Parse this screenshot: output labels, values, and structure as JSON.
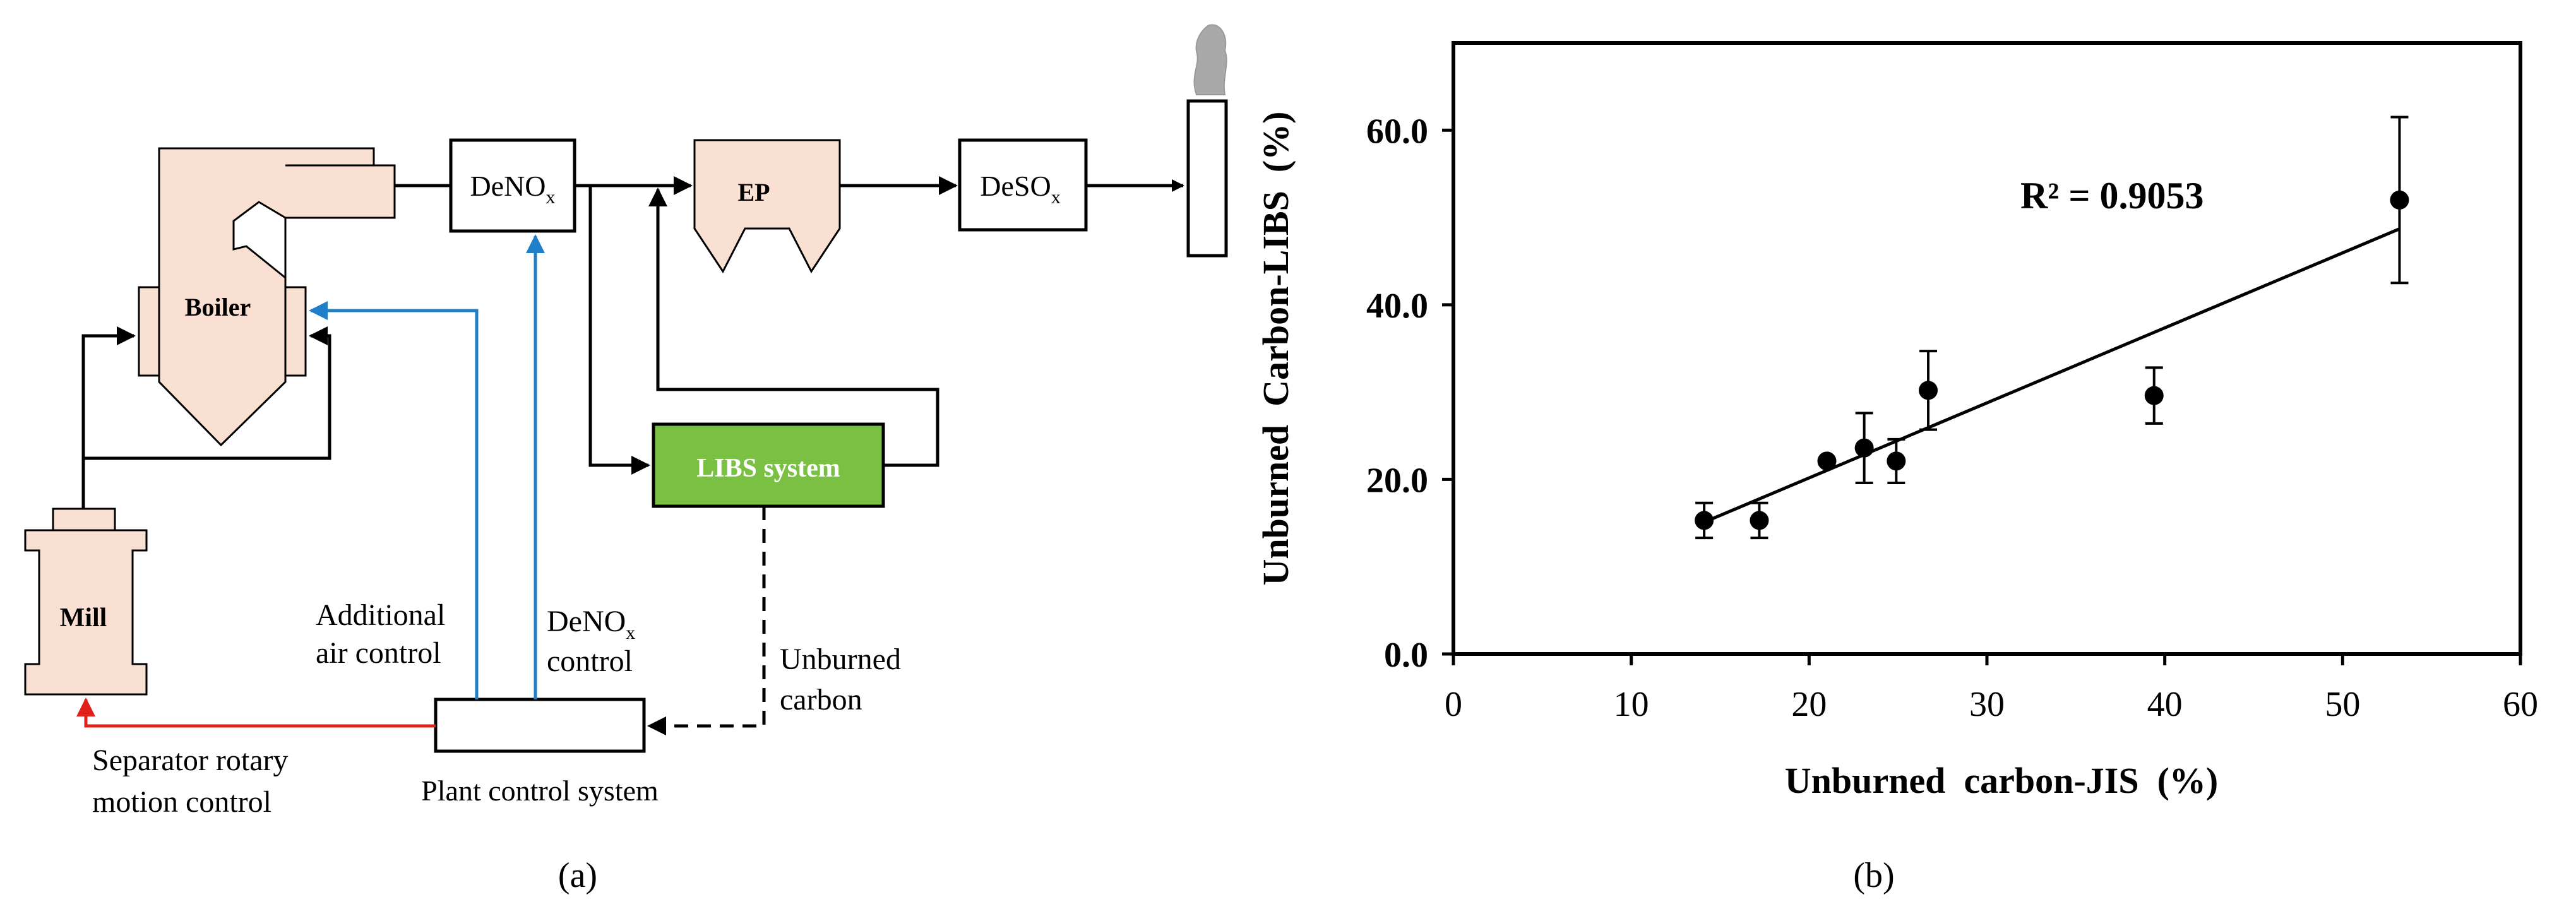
{
  "panel_a": {
    "caption": "(a)",
    "components": {
      "boiler": "Boiler",
      "denox": "DeNO",
      "denox_sub": "x",
      "ep": "EP",
      "desox": "DeSO",
      "desox_sub": "x",
      "mill": "Mill",
      "libs_system": "LIBS system"
    },
    "labels": {
      "additional_air_line1": "Additional",
      "additional_air_line2": "air control",
      "denox_control_line1": "DeNO",
      "denox_control_sub": "x",
      "denox_control_line2": "control",
      "unburned_carbon_line1": "Unburned",
      "unburned_carbon_line2": "carbon",
      "separator_line1": "Separator rotary",
      "separator_line2": "motion control",
      "plant_control_system": "Plant control system"
    },
    "colors": {
      "component_fill": "#f9e0d2",
      "libs_fill": "#7ac143",
      "control_blue": "#1f7fc9",
      "control_red": "#e0201b",
      "line": "#000000"
    }
  },
  "panel_b": {
    "caption": "(b)",
    "chart_data": {
      "type": "scatter",
      "xlabel": "Unburned  carbon-JIS  (%)",
      "ylabel": "Unburned  Carbon-LIBS  (%)",
      "xlim": [
        0,
        60
      ],
      "ylim": [
        0,
        70
      ],
      "x_ticks": [
        "0",
        "10",
        "20",
        "30",
        "40",
        "50",
        "60"
      ],
      "y_ticks": [
        "0.0",
        "20.0",
        "40.0",
        "60.0"
      ],
      "x_tick_values": [
        0,
        10,
        20,
        30,
        40,
        50,
        60
      ],
      "y_tick_values": [
        0,
        20,
        40,
        60
      ],
      "annotation": "R² = 0.9053",
      "points": [
        {
          "x": 14.1,
          "y": 15.3,
          "err": 2.0
        },
        {
          "x": 17.2,
          "y": 15.3,
          "err": 2.0
        },
        {
          "x": 21.0,
          "y": 22.1,
          "err": 0
        },
        {
          "x": 23.1,
          "y": 23.6,
          "err": 4.0
        },
        {
          "x": 24.9,
          "y": 22.1,
          "err": 2.5
        },
        {
          "x": 26.7,
          "y": 30.2,
          "err": 4.5
        },
        {
          "x": 39.4,
          "y": 29.6,
          "err": 3.2
        },
        {
          "x": 53.2,
          "y": 52.0,
          "err": 9.5
        }
      ],
      "trendline": {
        "x": [
          14.1,
          53.2
        ],
        "y": [
          15.1,
          48.7
        ]
      },
      "grid": false,
      "legend": "none"
    }
  }
}
